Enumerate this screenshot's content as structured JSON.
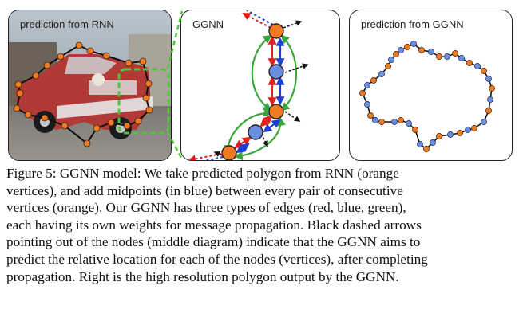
{
  "figure": {
    "left_panel_label": "prediction from RNN",
    "middle_panel_label": "GGNN",
    "right_panel_label": "prediction from GGNN"
  },
  "caption_lines": [
    "Figure 5: GGNN model: We take predicted polygon from RNN (orange",
    "vertices), and add midpoints (in blue) between every pair of consecutive",
    "vertices (orange). Our GGNN has three types of edges (red, blue, green),",
    "each having its own weights for message propagation. Black dashed arrows",
    "pointing out of the nodes (middle diagram) indicate that the GGNN aims to",
    "predict the relative location for each of the nodes (vertices), after completing",
    "propagation. Right is the high resolution polygon output by the GGNN."
  ],
  "colors": {
    "orange_vertex": "#f07a22",
    "blue_midpoint": "#6a8fe0",
    "red_edge": "#e0201c",
    "blue_edge": "#1c3fd6",
    "green_edge": "#39a53a",
    "dashed_highlight": "#4fc63a"
  }
}
